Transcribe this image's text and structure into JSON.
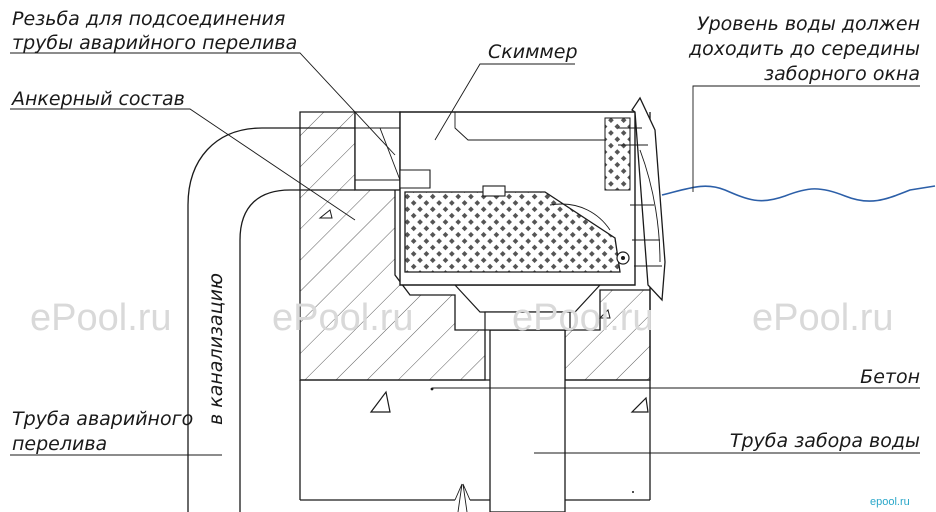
{
  "labels": {
    "thread_line1": "Резьба для подсоединения",
    "thread_line2": "трубы аварийного перелива",
    "anchor": "Анкерный состав",
    "skimmer": "Скиммер",
    "water_line1": "Уровень воды должен",
    "water_line2": "доходить до середины",
    "water_line3": "заборного окна",
    "sewer": "в канализацию",
    "concrete": "Бетон",
    "overflow_line1": "Труба аварийного",
    "overflow_line2": "перелива",
    "intake": "Труба забора воды"
  },
  "watermarks": [
    "ePool.ru",
    "ePool.ru",
    "ePool.ru",
    "ePool.ru"
  ],
  "logo": "epool.ru",
  "colors": {
    "water": "#2c5fa8",
    "watermark": "#d9d9d9",
    "logo": "#2aa7c9"
  }
}
